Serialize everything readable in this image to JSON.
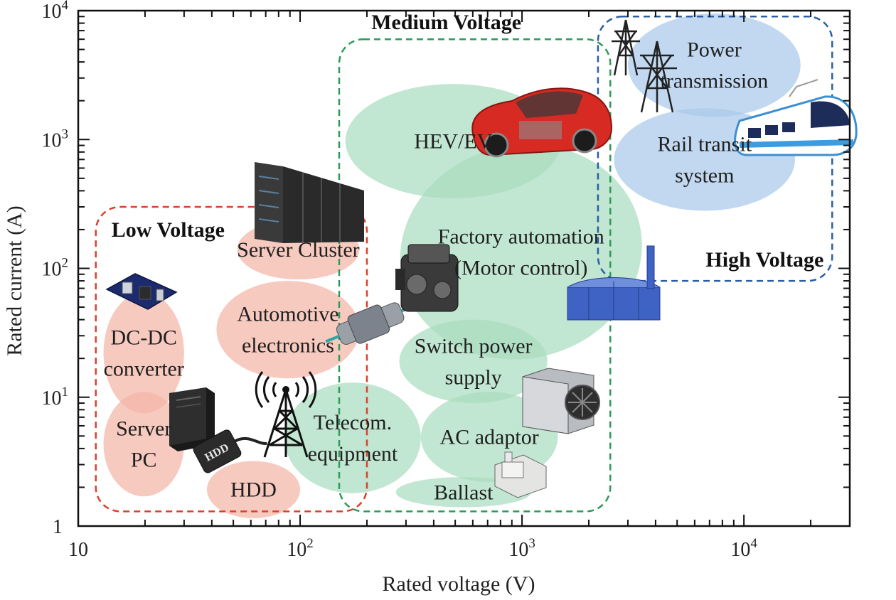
{
  "chart_data": {
    "type": "scatter",
    "xlabel": "Rated voltage (V)",
    "ylabel": "Rated current (A)",
    "xscale": "log",
    "yscale": "log",
    "xlim": [
      10,
      30000
    ],
    "ylim": [
      1,
      10000
    ],
    "grid": false,
    "x_ticks": [
      {
        "value": 10,
        "base": "10",
        "exp": ""
      },
      {
        "value": 100,
        "base": "10",
        "exp": "2"
      },
      {
        "value": 1000,
        "base": "10",
        "exp": "3"
      },
      {
        "value": 10000,
        "base": "10",
        "exp": "4"
      }
    ],
    "y_ticks": [
      {
        "value": 1,
        "base": "1",
        "exp": ""
      },
      {
        "value": 10,
        "base": "10",
        "exp": "1"
      },
      {
        "value": 100,
        "base": "10",
        "exp": "2"
      },
      {
        "value": 1000,
        "base": "10",
        "exp": "3"
      },
      {
        "value": 10000,
        "base": "10",
        "exp": "4"
      }
    ],
    "voltage_classes": [
      {
        "id": "low",
        "label": "Low Voltage",
        "color": "#d9412e",
        "x_range": [
          12,
          200
        ],
        "y_range": [
          1.3,
          300
        ]
      },
      {
        "id": "medium",
        "label": "Medium Voltage",
        "color": "#2e9a5a",
        "x_range": [
          150,
          2500
        ],
        "y_range": [
          1.3,
          6000
        ]
      },
      {
        "id": "high",
        "label": "High Voltage",
        "color": "#2a5fa8",
        "x_range": [
          2200,
          25000
        ],
        "y_range": [
          80,
          9000
        ]
      }
    ],
    "applications": [
      {
        "id": "dc-dc",
        "label": [
          "DC-DC",
          "converter"
        ],
        "class": "low",
        "x_range": [
          13,
          30
        ],
        "y_range": [
          7.5,
          65
        ]
      },
      {
        "id": "server-pc",
        "label": [
          "Server",
          "PC"
        ],
        "class": "low",
        "x_range": [
          13,
          30
        ],
        "y_range": [
          1.7,
          11
        ]
      },
      {
        "id": "server-cluster",
        "label": [
          "Server Cluster"
        ],
        "class": "low",
        "x_range": [
          52,
          185
        ],
        "y_range": [
          82,
          240
        ]
      },
      {
        "id": "automotive",
        "label": [
          "Automotive",
          "electronics"
        ],
        "class": "low",
        "x_range": [
          42,
          185
        ],
        "y_range": [
          14,
          80
        ]
      },
      {
        "id": "hdd",
        "label": [
          "HDD"
        ],
        "class": "low",
        "x_range": [
          38,
          100
        ],
        "y_range": [
          1.15,
          3.2
        ]
      },
      {
        "id": "telecom",
        "label": [
          "Telecom.",
          "equipment"
        ],
        "class": "medium",
        "x_range": [
          85,
          350
        ],
        "y_range": [
          1.8,
          13
        ]
      },
      {
        "id": "hev-ev",
        "label": [
          "HEV/EV"
        ],
        "class": "medium",
        "x_range": [
          160,
          1500
        ],
        "y_range": [
          350,
          2700
        ]
      },
      {
        "id": "factory",
        "label": [
          "Factory automation",
          "(Motor control)"
        ],
        "class": "medium",
        "x_range": [
          280,
          3500
        ],
        "y_range": [
          20,
          900
        ]
      },
      {
        "id": "switch-power",
        "label": [
          "Switch power",
          "supply"
        ],
        "class": "medium",
        "x_range": [
          280,
          1300
        ],
        "y_range": [
          9,
          40
        ]
      },
      {
        "id": "ac-adaptor",
        "label": [
          "AC adaptor"
        ],
        "class": "medium",
        "x_range": [
          350,
          1450
        ],
        "y_range": [
          2.2,
          11
        ]
      },
      {
        "id": "ballast",
        "label": [
          "Ballast"
        ],
        "class": "medium",
        "x_range": [
          270,
          1100
        ],
        "y_range": [
          1.4,
          2.4
        ]
      },
      {
        "id": "power-transmission",
        "label": [
          "Power",
          "transmission"
        ],
        "class": "high",
        "x_range": [
          3000,
          18000
        ],
        "y_range": [
          1500,
          9500
        ]
      },
      {
        "id": "rail-transit",
        "label": [
          "Rail transit",
          "system"
        ],
        "class": "high",
        "x_range": [
          2600,
          17000
        ],
        "y_range": [
          280,
          1750
        ]
      }
    ],
    "colors": {
      "low_fill": "#f4b6a8",
      "medium_fill": "#a9dcbf",
      "high_fill": "#a9c9ea",
      "axis": "#111111"
    },
    "icons": [
      "dc-dc-board-icon",
      "server-tower-icon",
      "hdd-icon",
      "server-rack-icon",
      "telecom-tower-icon",
      "connector-icon",
      "ev-car-icon",
      "engine-icon",
      "psu-icon",
      "ballast-icon",
      "transmission-tower-icon",
      "train-icon",
      "substation-icon"
    ]
  }
}
